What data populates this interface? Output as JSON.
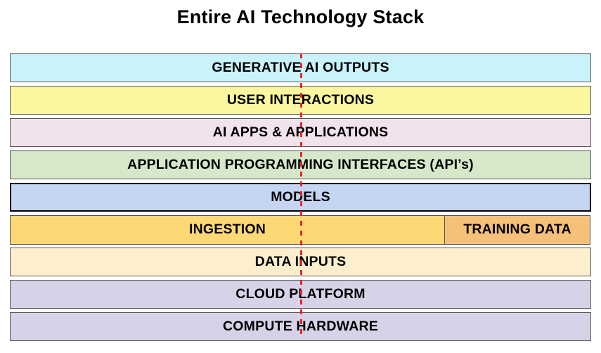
{
  "diagram": {
    "title": "Entire AI Technology Stack",
    "type": "layered-stack",
    "accent_line_color": "#E8252A",
    "layers": [
      {
        "label": "GENERATIVE AI OUTPUTS",
        "color": "#C9F2FA",
        "emphasis": false
      },
      {
        "label": "USER INTERACTIONS",
        "color": "#FAF7A0",
        "emphasis": false
      },
      {
        "label": "AI APPS & APPLICATIONS",
        "color": "#F2E2EB",
        "emphasis": false
      },
      {
        "label": "APPLICATION PROGRAMMING INTERFACES (API’s)",
        "color": "#D6E7CA",
        "emphasis": false
      },
      {
        "label": "MODELS",
        "color": "#C5D5F2",
        "emphasis": true
      },
      {
        "label": "INGESTION",
        "color": "#FDD976",
        "emphasis": false,
        "secondary_label": "TRAINING DATA",
        "secondary_color": "#F5C07A"
      },
      {
        "label": "DATA INPUTS",
        "color": "#FDEFCD",
        "emphasis": false
      },
      {
        "label": "CLOUD PLATFORM",
        "color": "#D8D2E8",
        "emphasis": false
      },
      {
        "label": "COMPUTE HARDWARE",
        "color": "#D8D2E8",
        "emphasis": false
      }
    ]
  }
}
